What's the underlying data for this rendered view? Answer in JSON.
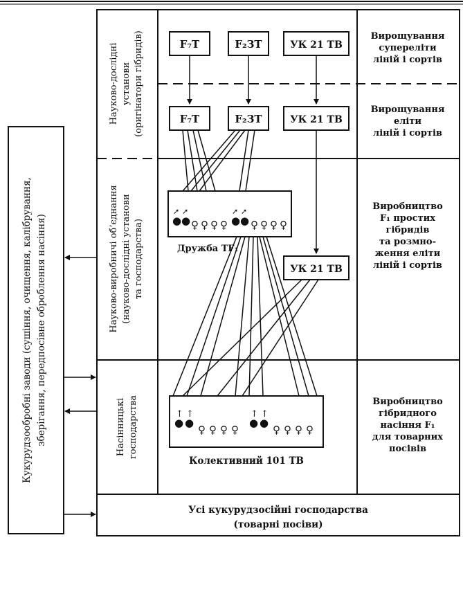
{
  "left_panel": {
    "line1": "Кукурудзообробні заводи (сушіння, очищення, калібрування,",
    "line2": "зберігання, передпосівне оброблення насіння)"
  },
  "row_labels": {
    "research": [
      "Науково-дослідні",
      "установи",
      "(оригінатори гібридів)"
    ],
    "production": [
      "Науково-виробничі об’єднання",
      "(науково-дослідні установи",
      "та господарства)"
    ],
    "seed_farms": [
      "Насінницькі",
      "господарства"
    ]
  },
  "boxes": {
    "f7t_top": "F₇T",
    "f2zt_top": "F₂ЗТ",
    "uk21_top": "УК 21 ТВ",
    "f7t_elite": "F₇T",
    "f2zt_elite": "F₂ЗТ",
    "uk21_elite": "УК 21 ТВ",
    "uk21_mid": "УК 21 ТВ"
  },
  "plot_labels": {
    "druzhba": "Дружба ТF₁",
    "kolektyvnyi": "Колективний 101 ТВ"
  },
  "right_labels": {
    "super_elite": [
      "Вирощування",
      "супереліти",
      "ліній і сортів"
    ],
    "elite": [
      "Вирощування",
      "еліти",
      "ліній і сортів"
    ],
    "f1_production": [
      "Виробництво",
      "F₁ простих",
      "гібридів",
      "та розмно-",
      "ження еліти",
      "ліній і сортів"
    ],
    "hybrid_seed": [
      "Виробництво",
      "гібридного",
      "насіння F₁",
      "для товарних",
      "посівів"
    ]
  },
  "bottom": {
    "line1": "Усі кукурудзосійні господарства",
    "line2": "(товарні посіви)"
  },
  "symbols": {
    "male": "♂",
    "female": "♀"
  }
}
